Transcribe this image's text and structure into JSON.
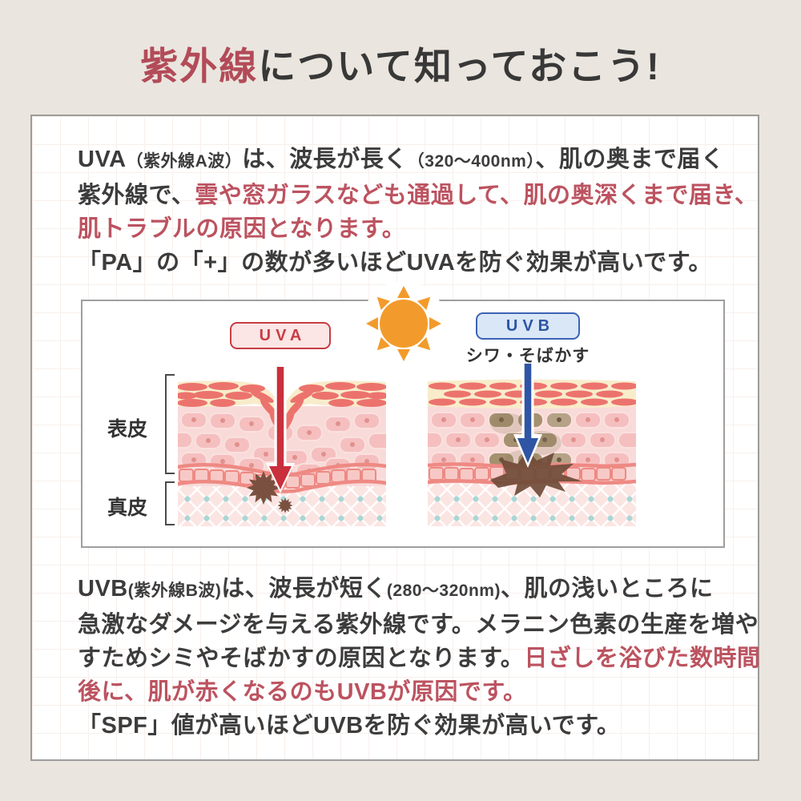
{
  "title": {
    "accent": "紫外線",
    "rest": "について知っておこう!"
  },
  "uva_paragraph": {
    "line1": {
      "s1": "UVA",
      "s2": "（紫外線A波）",
      "s3": "は、波長が長く",
      "s4": "（320～400nm）",
      "s5": "、肌の奥まで届く"
    },
    "line2": {
      "s1": "紫外線で、",
      "s2": "雲や窓ガラスなども通過して、肌の奥深くまで届き、"
    },
    "line3": {
      "s1": "肌トラブルの原因となります。"
    },
    "line4": {
      "s1": "「PA」の「+」の数が多いほどUVAを防ぐ効果が高いです。"
    }
  },
  "diagram": {
    "uva_label": "UVA",
    "uvb_label": "UVB",
    "uvb_caption": "シワ・そばかす",
    "epidermis_label": "表皮",
    "dermis_label": "真皮"
  },
  "uvb_paragraph": {
    "line1": {
      "s1": "UVB",
      "s2": "(紫外線B波)",
      "s3": "は、波長が短く",
      "s4": "(280～320nm)",
      "s5": "、肌の浅いところに"
    },
    "line2": {
      "s1": "急激なダメージを与える紫外線です。メラニン色素の生産を増や"
    },
    "line3": {
      "s1": "すためシミやそばかすの原因となります。",
      "s2": "日ざしを浴びた数時間"
    },
    "line4": {
      "s1": "後に、肌が赤くなるのもUVBが原因です。"
    },
    "line5": {
      "s1": "「SPF」値が高いほどUVBを防ぐ効果が高いです。"
    }
  },
  "colors": {
    "page_background": "#EAE6DF",
    "title_accent_red": "#B34B59",
    "body_red": "#BC5360",
    "uva_red": "#C63D44",
    "uva_arrow_red": "#C9303C",
    "uvb_blue": "#3D63B5",
    "uvb_arrow_blue": "#2F55A4",
    "sun_orange": "#F29B2C",
    "skin_cream": "#F8ECCB",
    "skin_cell_pink": "#F5BFBF",
    "melanin_brown": "#6F4B38"
  }
}
